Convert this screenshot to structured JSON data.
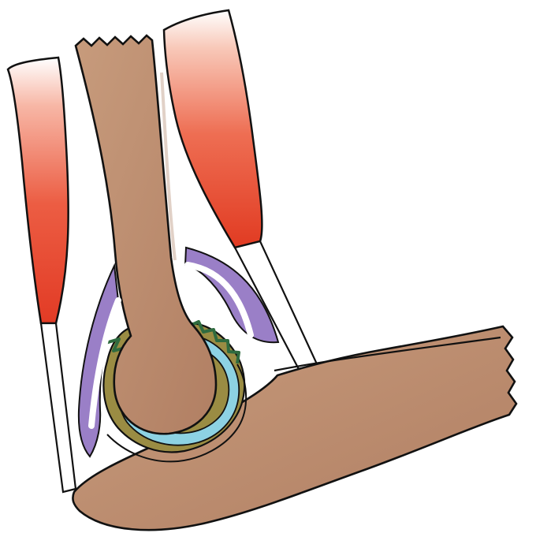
{
  "diagram": {
    "colors": {
      "bone": "#b68a6d",
      "bone_shadow": "#9c7258",
      "muscle_top": "#ffffff",
      "muscle_bottom": "#e8402a",
      "tendon": "#ffffff",
      "outline": "#111111",
      "synovial_membrane": "#9b80c6",
      "synovial_fluid": "#8ccfe0",
      "cartilage": "#8a7a3a",
      "joint_capsule_edge": "#4f8a55"
    },
    "parts": [
      "upper-bone",
      "lower-bone",
      "left-muscle",
      "right-muscle",
      "left-tendon",
      "right-tendon",
      "synovial-membrane",
      "synovial-fluid",
      "articular-cartilage",
      "joint-capsule"
    ]
  }
}
